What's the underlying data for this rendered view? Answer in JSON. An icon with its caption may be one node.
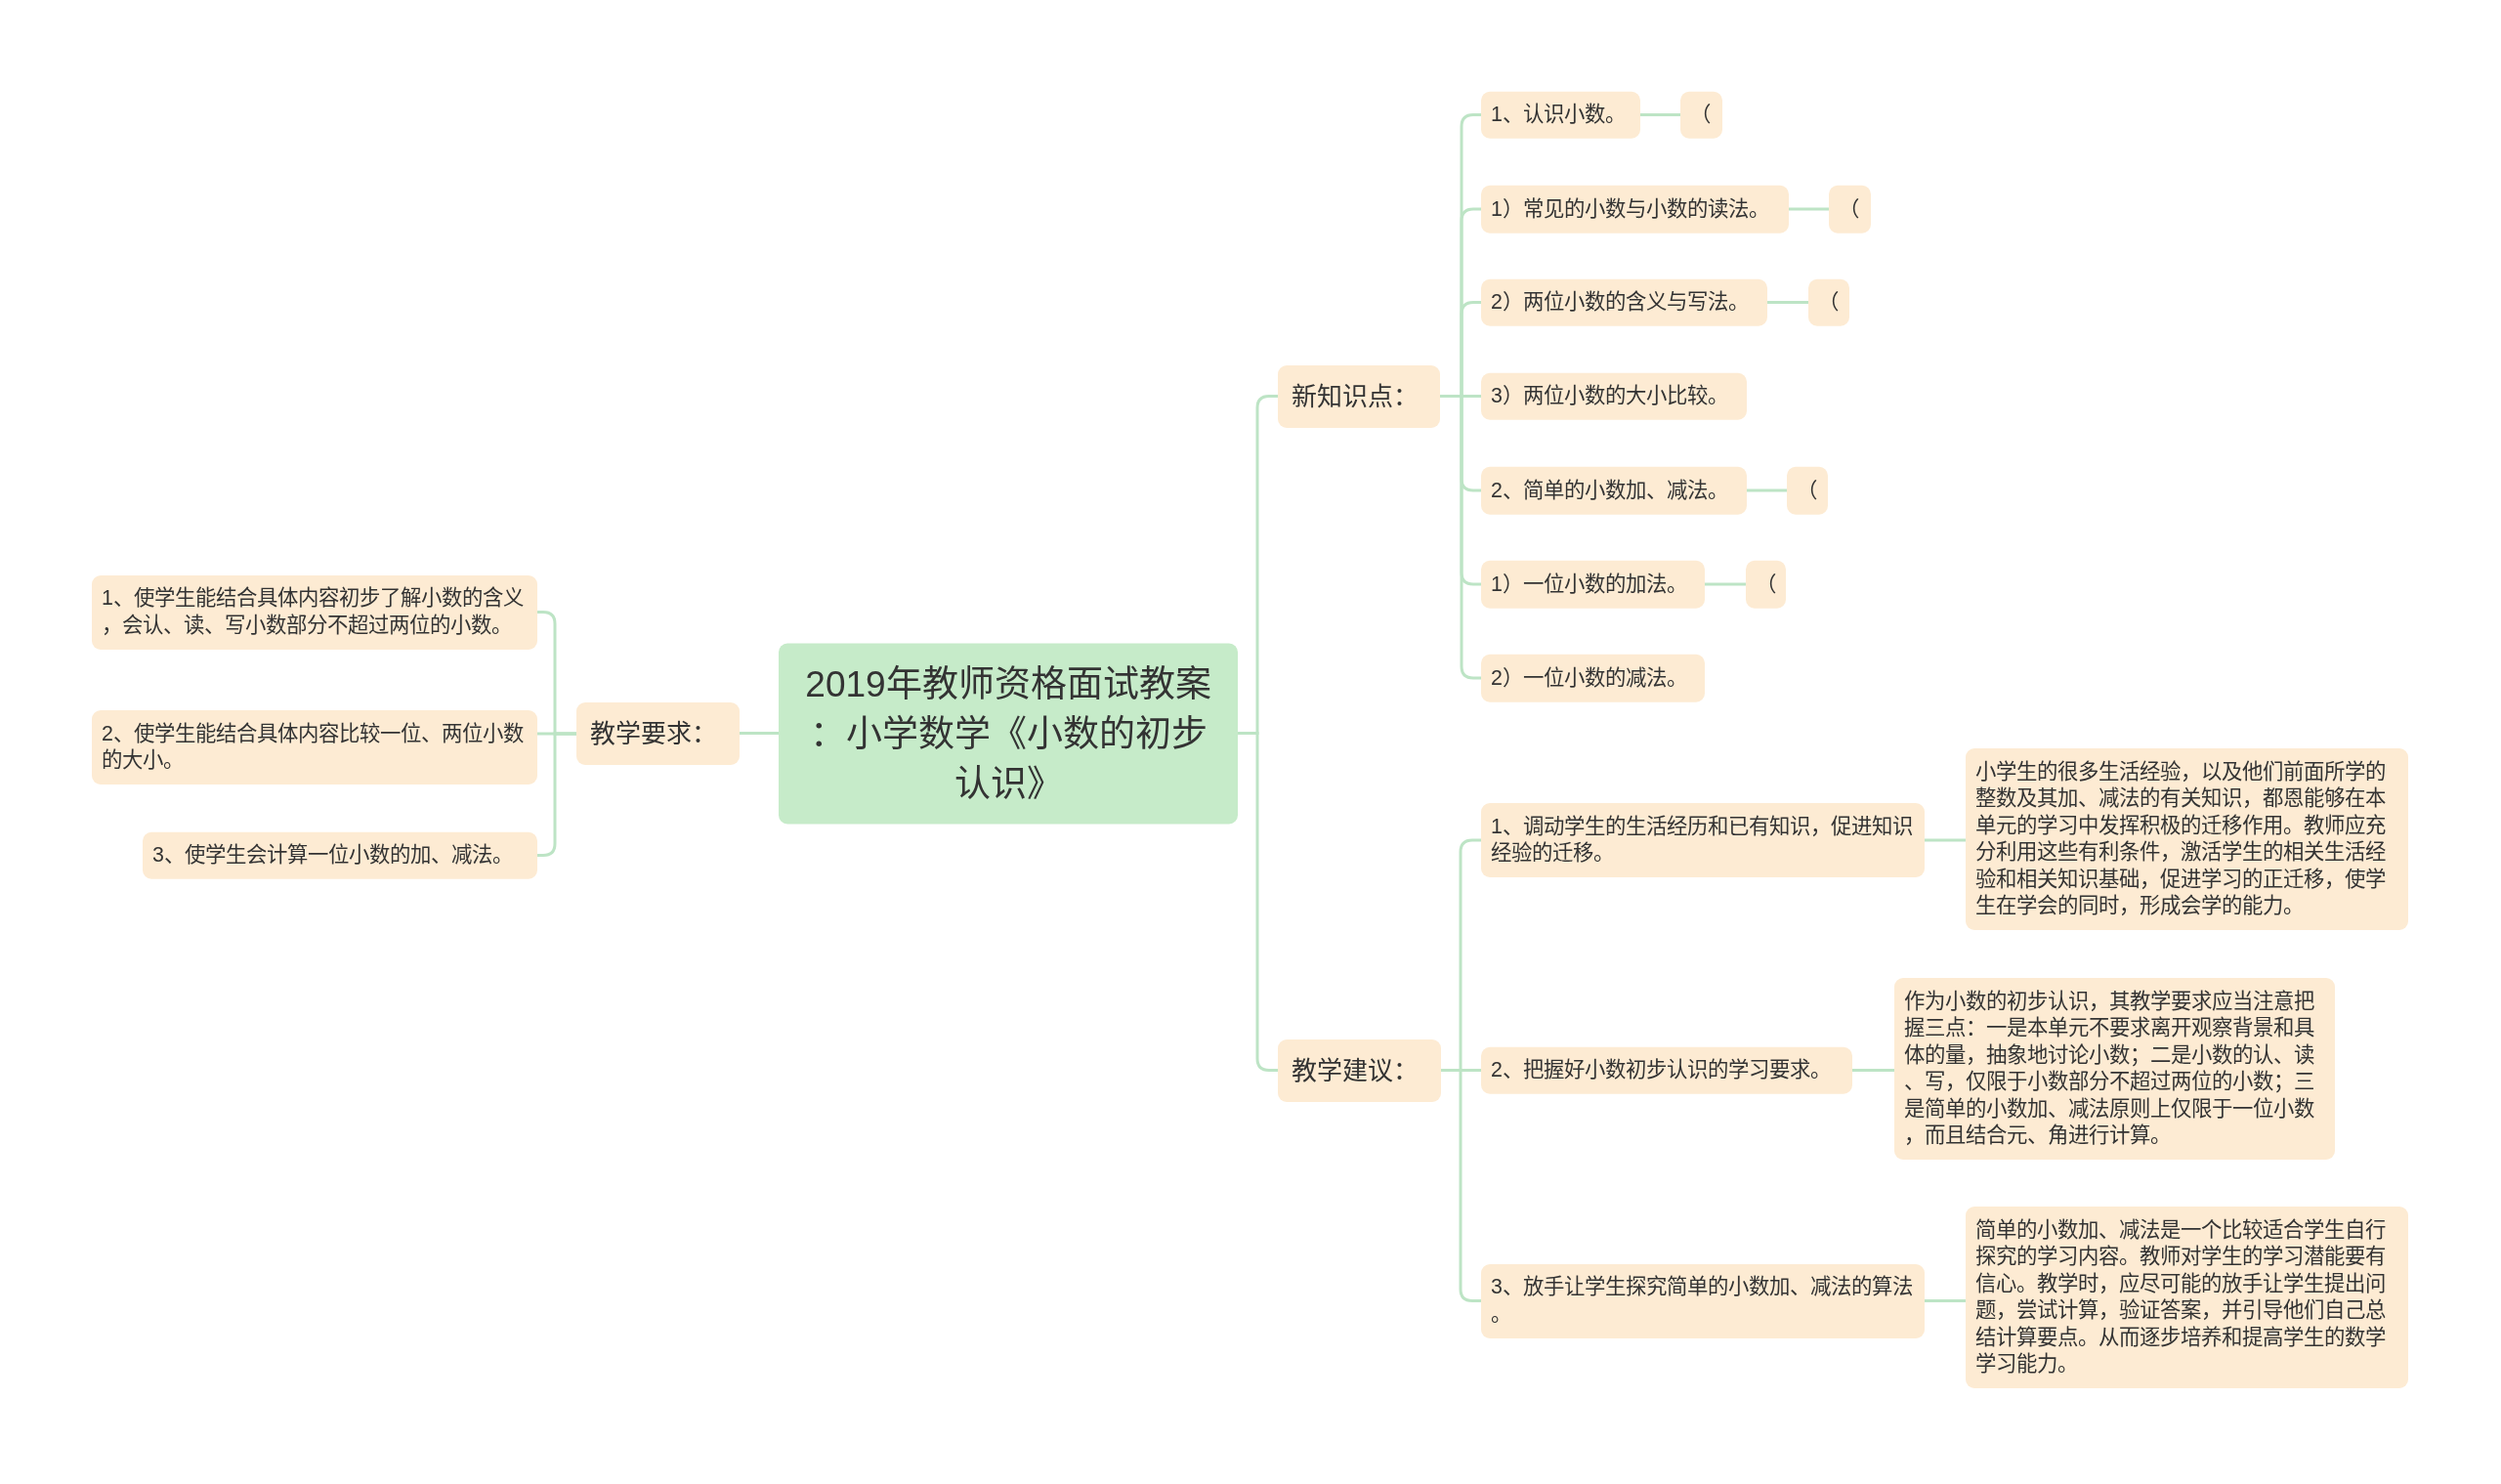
{
  "diagram": {
    "nodes": [
      {
        "text": [
          "2019年教师资格面试教案：小学数学《小数的初步认识》"
        ]
      },
      {
        "text": [
          "教学要求："
        ]
      },
      {
        "text": [
          "1、使学生能结合具体内容初步了解小数的含义，会认、读、写小数部分不超过两位的小数。"
        ]
      },
      {
        "text": [
          "2、使学生能结合具体内容比较一位、两位小数的大小。"
        ]
      },
      {
        "text": [
          "3、使学生会计算一位小数的加、减法。"
        ]
      },
      {
        "text": [
          "新知识点："
        ]
      },
      {
        "text": [
          "1、认识小数。"
        ]
      },
      {
        "text": [
          "（"
        ]
      },
      {
        "text": [
          "1）常见的小数与小数的读法。"
        ]
      },
      {
        "text": [
          "（"
        ]
      },
      {
        "text": [
          "2）两位小数的含义与写法。"
        ]
      },
      {
        "text": [
          "（"
        ]
      },
      {
        "text": [
          "3）两位小数的大小比较。"
        ]
      },
      {
        "text": [
          "2、简单的小数加、减法。"
        ]
      },
      {
        "text": [
          "（"
        ]
      },
      {
        "text": [
          "1）一位小数的加法。"
        ]
      },
      {
        "text": [
          "（"
        ]
      },
      {
        "text": [
          "2）一位小数的减法。"
        ]
      },
      {
        "text": [
          "教学建议："
        ]
      },
      {
        "text": [
          "1、调动学生的生活经历和已有知识，促进知识经验的迁移。"
        ]
      },
      {
        "text": [
          "小学生的很多生活经验，以及他们前面所学的整数及其加、减法的有关知识，都恩能够在本单元的学习中发挥积极的迁移作用。教师应充分利用这些有利条件，激活学生的相关生活经验和相关知识基础，促进学习的正迁移，使学生在学会的同时，形成会学的能力。"
        ]
      },
      {
        "text": [
          "2、把握好小数初步认识的学习要求。"
        ]
      },
      {
        "text": [
          "作为小数的初步认识，其教学要求应当注意把握三点：一是本单元不要求离开观察背景和具体的量，抽象地讨论小数；二是小数的认、读、写，仅限于小数部分不超过两位的小数；三是简单的小数加、减法原则上仅限于一位小数，而且结合元、角进行计算。"
        ]
      },
      {
        "text": [
          "3、放手让学生探究简单的小数加、减法的算法。"
        ]
      },
      {
        "text": [
          "简单的小数加、减法是一个比较适合学生自行探究的学习内容。教师对学生的学习潜能要有信心。教学时，应尽可能的放手让学生提出问题，尝试计算，验证答案，并引导他们自己总结计算要点。从而逐步培养和提高学生的数学学习能力。"
        ]
      }
    ],
    "edges": [
      {
        "from": 0,
        "to": 1,
        "arrow": "none"
      },
      {
        "from": 1,
        "to": 2,
        "arrow": "none"
      },
      {
        "from": 1,
        "to": 3,
        "arrow": "none"
      },
      {
        "from": 1,
        "to": 4,
        "arrow": "none"
      },
      {
        "from": 0,
        "to": 5,
        "arrow": "none"
      },
      {
        "from": 5,
        "to": 6,
        "arrow": "none"
      },
      {
        "from": 6,
        "to": 7,
        "arrow": "none"
      },
      {
        "from": 5,
        "to": 8,
        "arrow": "none"
      },
      {
        "from": 8,
        "to": 9,
        "arrow": "none"
      },
      {
        "from": 5,
        "to": 10,
        "arrow": "none"
      },
      {
        "from": 10,
        "to": 11,
        "arrow": "none"
      },
      {
        "from": 5,
        "to": 12,
        "arrow": "none"
      },
      {
        "from": 5,
        "to": 13,
        "arrow": "none"
      },
      {
        "from": 13,
        "to": 14,
        "arrow": "none"
      },
      {
        "from": 5,
        "to": 15,
        "arrow": "none"
      },
      {
        "from": 15,
        "to": 16,
        "arrow": "none"
      },
      {
        "from": 5,
        "to": 17,
        "arrow": "none"
      },
      {
        "from": 0,
        "to": 18,
        "arrow": "none"
      },
      {
        "from": 18,
        "to": 19,
        "arrow": "none"
      },
      {
        "from": 19,
        "to": 20,
        "arrow": "none"
      },
      {
        "from": 18,
        "to": 21,
        "arrow": "none"
      },
      {
        "from": 21,
        "to": 22,
        "arrow": "none"
      },
      {
        "from": 18,
        "to": 23,
        "arrow": "none"
      },
      {
        "from": 23,
        "to": 24,
        "arrow": "none"
      }
    ]
  }
}
